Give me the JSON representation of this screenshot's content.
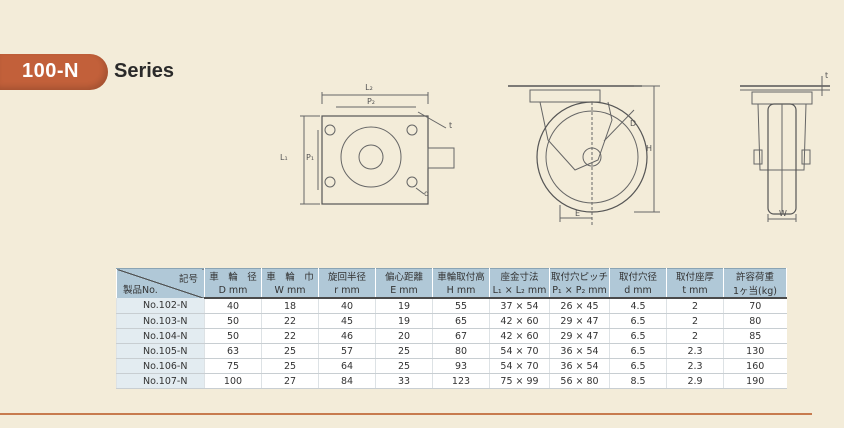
{
  "series": {
    "model": "100-N",
    "label": "Series"
  },
  "diagrams": {
    "top_view": {
      "l2": "L₂",
      "p2": "P₂",
      "l1": "L₁",
      "p1": "P₁",
      "t": "t",
      "d": "d"
    },
    "side_view": {
      "d": "D",
      "h": "H",
      "e": "E"
    },
    "front_view": {
      "t": "t",
      "w": "W"
    }
  },
  "table": {
    "header_corner_top": "記号",
    "header_corner_bottom": "製品No.",
    "columns": [
      {
        "name": "車　輪　径",
        "unit": "D mm"
      },
      {
        "name": "車　輪　巾",
        "unit": "W mm"
      },
      {
        "name": "旋回半径",
        "unit": "r mm"
      },
      {
        "name": "偏心距離",
        "unit": "E mm"
      },
      {
        "name": "車輪取付高",
        "unit": "H mm"
      },
      {
        "name": "座金寸法",
        "unit": "L₁ × L₂ mm"
      },
      {
        "name": "取付穴ピッチ",
        "unit": "P₁ × P₂ mm"
      },
      {
        "name": "取付穴径",
        "unit": "d mm"
      },
      {
        "name": "取付座厚",
        "unit": "t mm"
      },
      {
        "name": "許容荷重",
        "unit": "1ヶ当(kg)"
      }
    ],
    "rows": [
      [
        "No.102-N",
        "40",
        "18",
        "40",
        "19",
        "55",
        "37 × 54",
        "26 × 45",
        "4.5",
        "2",
        "70"
      ],
      [
        "No.103-N",
        "50",
        "22",
        "45",
        "19",
        "65",
        "42 × 60",
        "29 × 47",
        "6.5",
        "2",
        "80"
      ],
      [
        "No.104-N",
        "50",
        "22",
        "46",
        "20",
        "67",
        "42 × 60",
        "29 × 47",
        "6.5",
        "2",
        "85"
      ],
      [
        "No.105-N",
        "63",
        "25",
        "57",
        "25",
        "80",
        "54 × 70",
        "36 × 54",
        "6.5",
        "2.3",
        "130"
      ],
      [
        "No.106-N",
        "75",
        "25",
        "64",
        "25",
        "93",
        "54 × 70",
        "36 × 54",
        "6.5",
        "2.3",
        "160"
      ],
      [
        "No.107-N",
        "100",
        "27",
        "84",
        "33",
        "123",
        "75 × 99",
        "56 × 80",
        "8.5",
        "2.9",
        "190"
      ]
    ]
  }
}
